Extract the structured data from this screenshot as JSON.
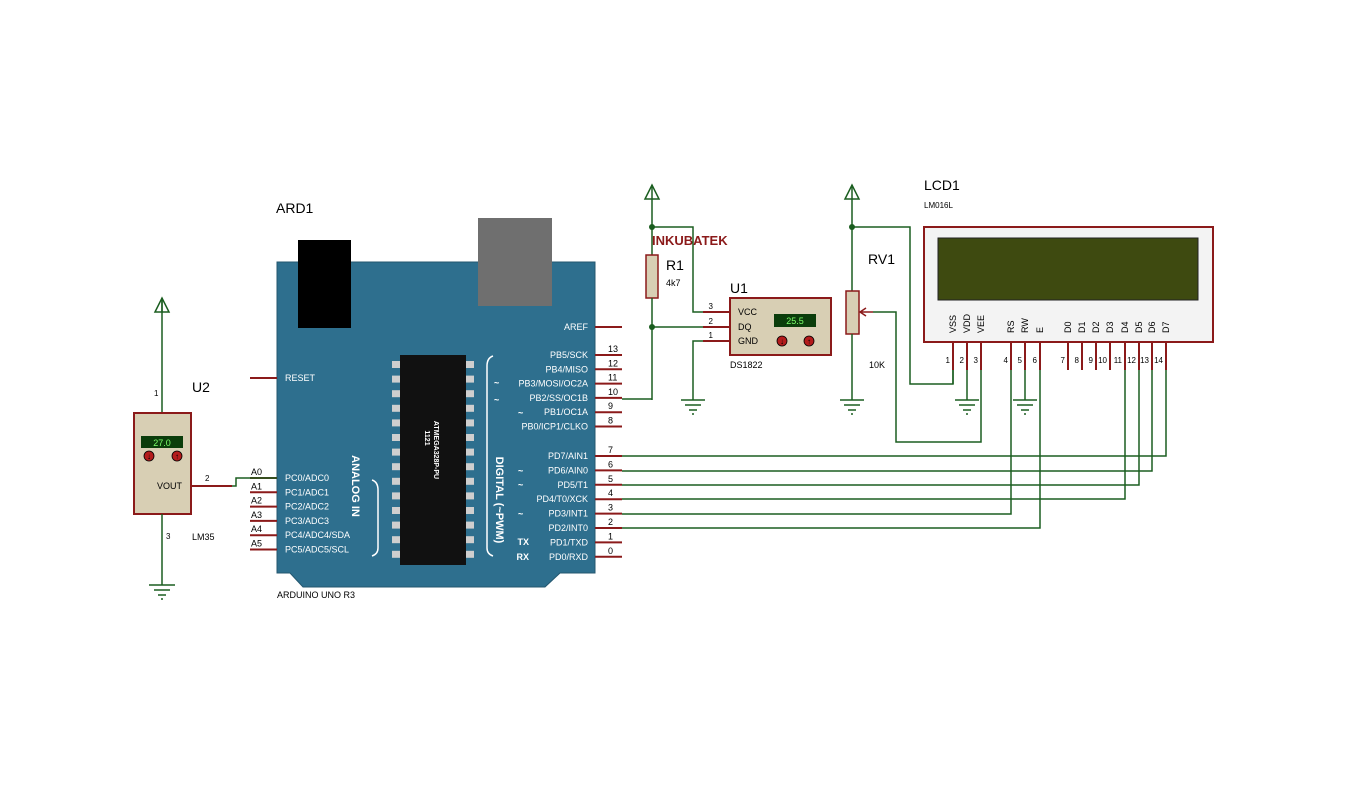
{
  "ard1": {
    "ref": "ARD1",
    "name": "ARDUINO UNO R3",
    "chip": "ATMEGA328P-PU",
    "chip_code": "1121",
    "analog_label": "ANALOG IN",
    "digital_label": "DIGITAL (~PWM)",
    "reset": "RESET",
    "aref": "AREF",
    "tx": "TX",
    "rx": "RX",
    "pwm_mark": "~",
    "analog_pins": [
      {
        "name": "PC0/ADC0",
        "num": "A0"
      },
      {
        "name": "PC1/ADC1",
        "num": "A1"
      },
      {
        "name": "PC2/ADC2",
        "num": "A2"
      },
      {
        "name": "PC3/ADC3",
        "num": "A3"
      },
      {
        "name": "PC4/ADC4/SDA",
        "num": "A4"
      },
      {
        "name": "PC5/ADC5/SCL",
        "num": "A5"
      }
    ],
    "digital_pins_b": [
      {
        "name": "PB5/SCK",
        "num": "13"
      },
      {
        "name": "PB4/MISO",
        "num": "12"
      },
      {
        "name": "PB3/MOSI/OC2A",
        "num": "11"
      },
      {
        "name": "PB2/SS/OC1B",
        "num": "10"
      },
      {
        "name": "PB1/OC1A",
        "num": "9"
      },
      {
        "name": "PB0/ICP1/CLKO",
        "num": "8"
      }
    ],
    "digital_pins_d": [
      {
        "name": "PD7/AIN1",
        "num": "7"
      },
      {
        "name": "PD6/AIN0",
        "num": "6"
      },
      {
        "name": "PD5/T1",
        "num": "5"
      },
      {
        "name": "PD4/T0/XCK",
        "num": "4"
      },
      {
        "name": "PD3/INT1",
        "num": "3"
      },
      {
        "name": "PD2/INT0",
        "num": "2"
      },
      {
        "name": "PD1/TXD",
        "num": "1"
      },
      {
        "name": "PD0/RXD",
        "num": "0"
      }
    ]
  },
  "u2": {
    "ref": "U2",
    "value": "LM35",
    "display": "27.0",
    "vout": "VOUT",
    "pins": [
      "1",
      "2",
      "3"
    ]
  },
  "r1": {
    "ref": "R1",
    "value": "4k7"
  },
  "watermark": "INKUBATEK",
  "u1": {
    "ref": "U1",
    "value": "DS1822",
    "display": "25.5",
    "pins": [
      {
        "name": "VCC",
        "num": "3"
      },
      {
        "name": "DQ",
        "num": "2"
      },
      {
        "name": "GND",
        "num": "1"
      }
    ]
  },
  "rv1": {
    "ref": "RV1",
    "value": "10K"
  },
  "lcd1": {
    "ref": "LCD1",
    "value": "LM016L",
    "pins": [
      {
        "name": "VSS",
        "num": "1"
      },
      {
        "name": "VDD",
        "num": "2"
      },
      {
        "name": "VEE",
        "num": "3"
      },
      {
        "name": "RS",
        "num": "4"
      },
      {
        "name": "RW",
        "num": "5"
      },
      {
        "name": "E",
        "num": "6"
      },
      {
        "name": "D0",
        "num": "7"
      },
      {
        "name": "D1",
        "num": "8"
      },
      {
        "name": "D2",
        "num": "9"
      },
      {
        "name": "D3",
        "num": "10"
      },
      {
        "name": "D4",
        "num": "11"
      },
      {
        "name": "D5",
        "num": "12"
      },
      {
        "name": "D6",
        "num": "13"
      },
      {
        "name": "D7",
        "num": "14"
      }
    ]
  },
  "colors": {
    "wire": "#1b5e20",
    "pin": "#8b1a1a",
    "board": "#2e6f8e",
    "part_fill": "#d8cfb4",
    "lcd_screen": "#3e4a10",
    "lcd_body": "#f3f3f3",
    "display_bg": "#0b3d0b",
    "display_text": "#7cff6b",
    "watermark": "#8b1a1a"
  }
}
